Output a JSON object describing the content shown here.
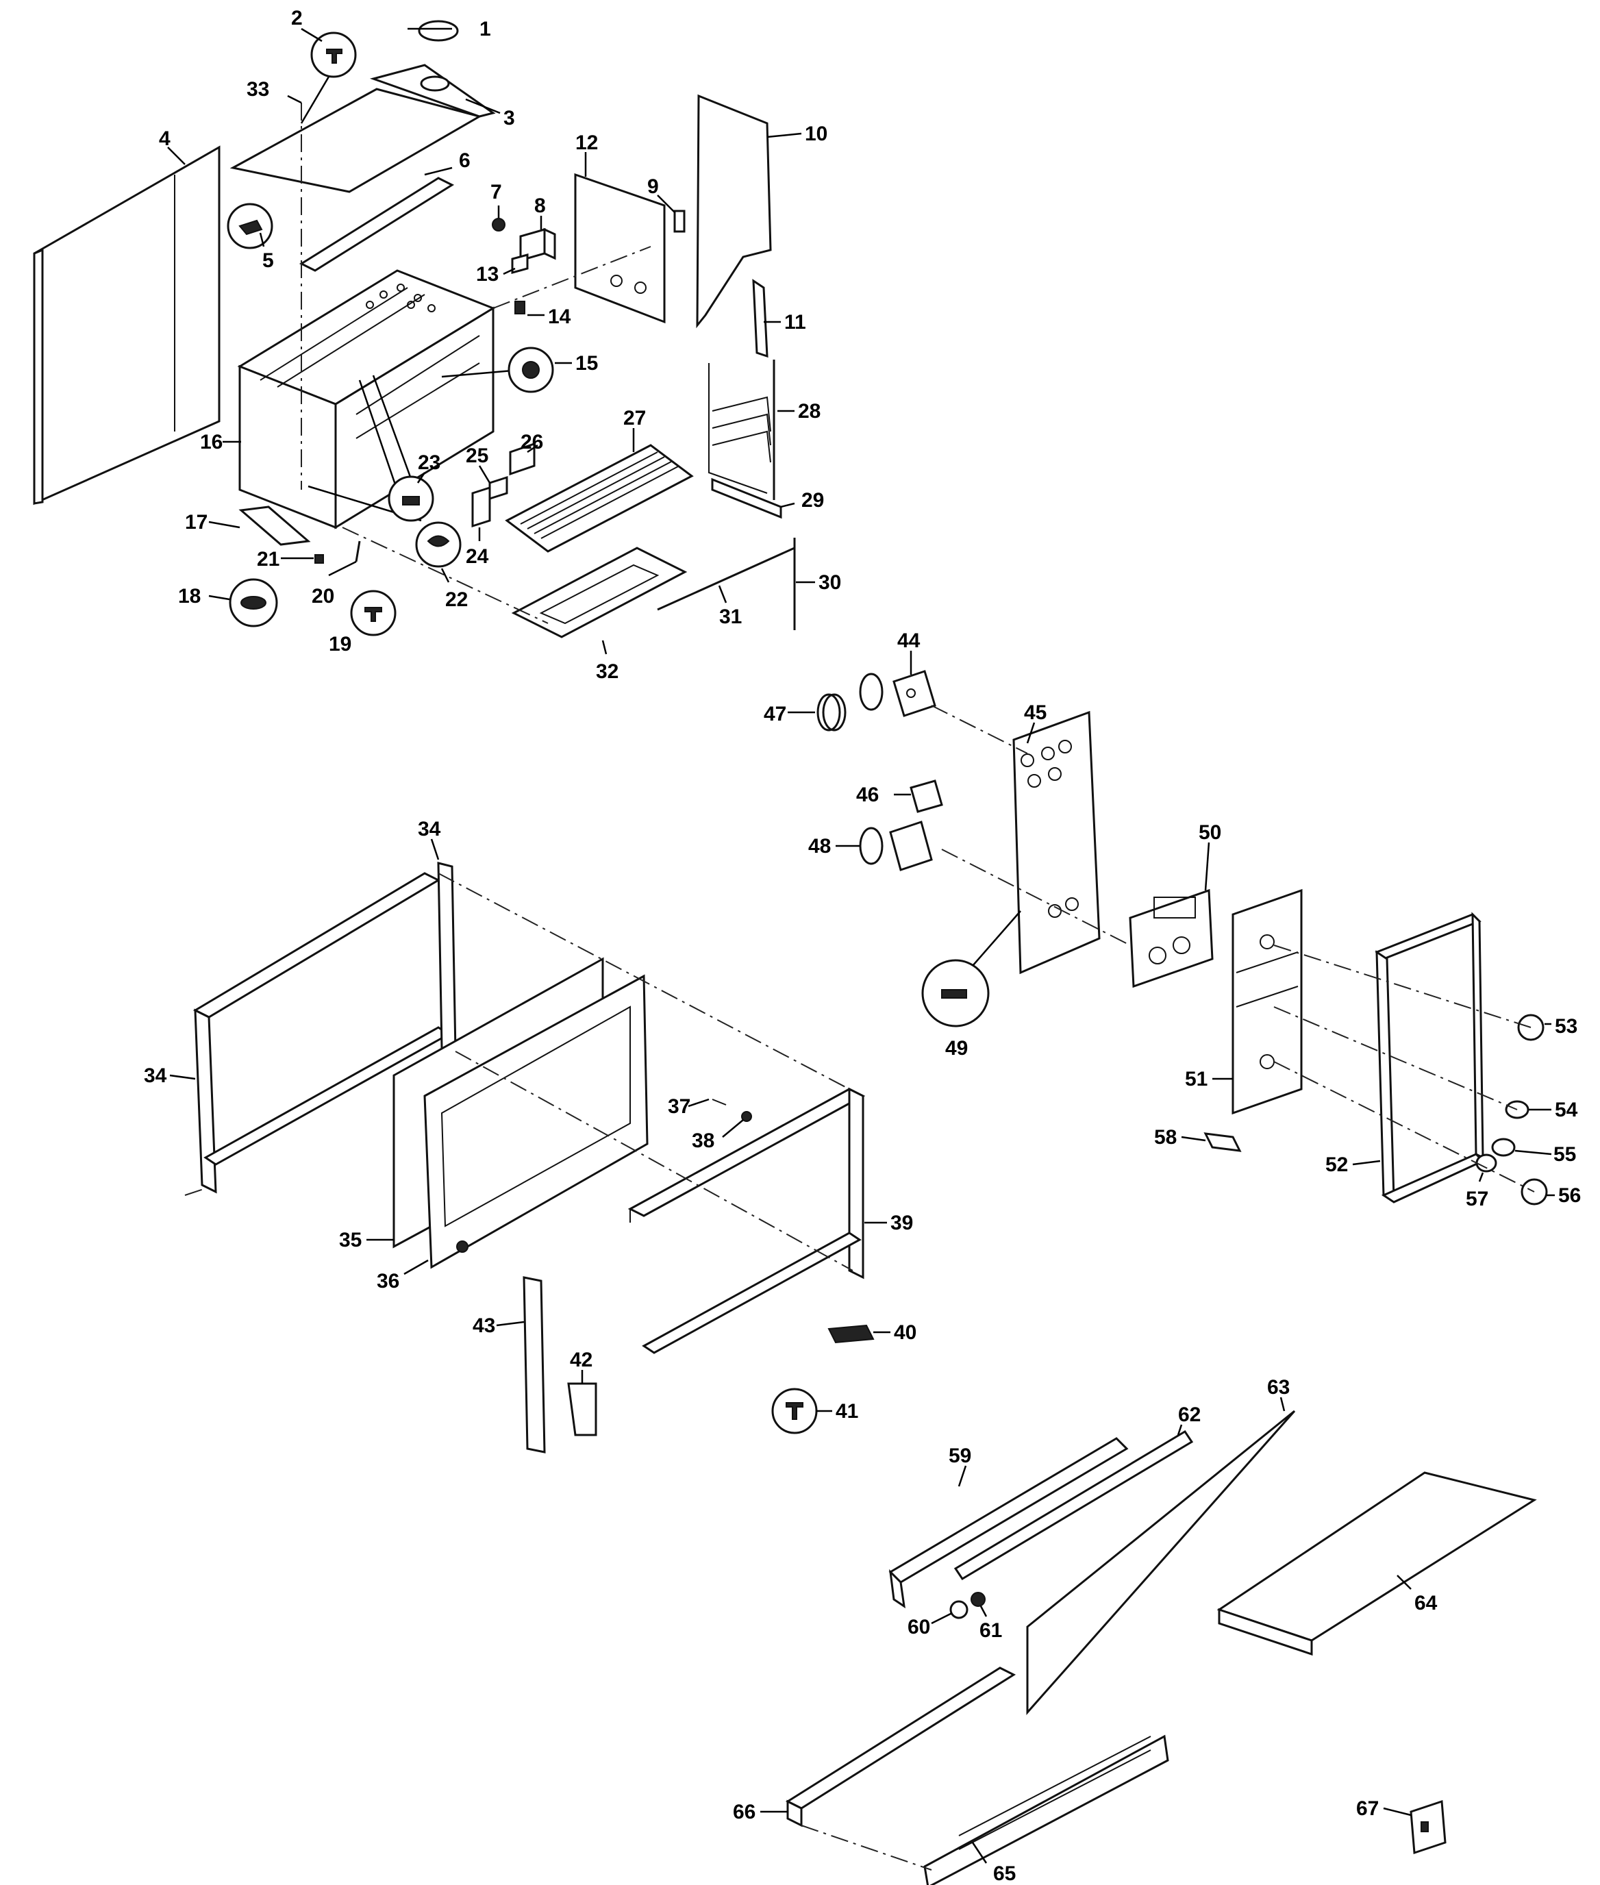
{
  "diagram": {
    "type": "exploded parts diagram",
    "part_numbers": [
      "1",
      "2",
      "3",
      "4",
      "5",
      "6",
      "7",
      "8",
      "9",
      "10",
      "11",
      "12",
      "13",
      "14",
      "15",
      "16",
      "17",
      "18",
      "19",
      "20",
      "21",
      "22",
      "23",
      "24",
      "25",
      "26",
      "27",
      "28",
      "29",
      "30",
      "31",
      "32",
      "33",
      "34",
      "35",
      "36",
      "37",
      "38",
      "39",
      "40",
      "41",
      "42",
      "43",
      "44",
      "45",
      "46",
      "47",
      "48",
      "49",
      "50",
      "51",
      "52",
      "53",
      "54",
      "55",
      "56",
      "57",
      "58",
      "59",
      "60",
      "61",
      "62",
      "63",
      "64",
      "65",
      "66",
      "67"
    ],
    "duplicate_labels": [
      "34"
    ]
  }
}
